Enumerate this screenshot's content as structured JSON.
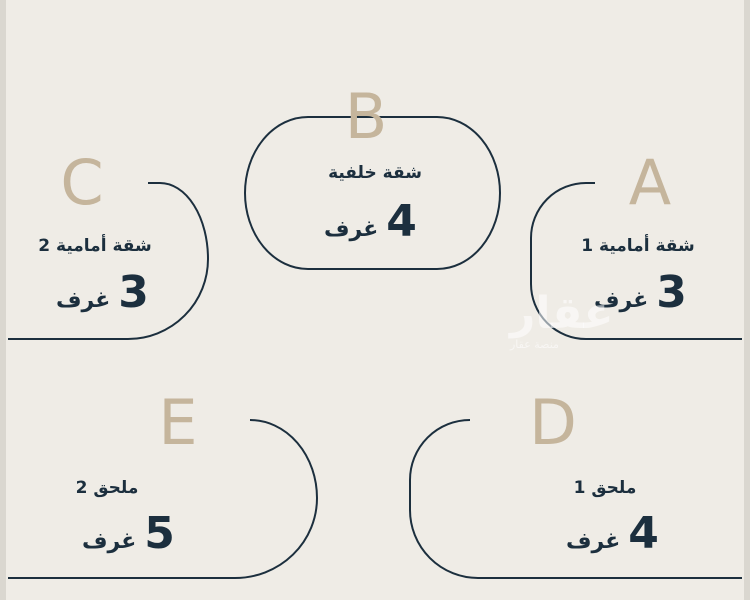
{
  "cards": [
    {
      "id": "A",
      "letter": "A",
      "title": "شقة أمامية 1",
      "rooms_number": "3",
      "rooms_unit": "غرف"
    },
    {
      "id": "B",
      "letter": "B",
      "title": "شقة خلفية",
      "rooms_number": "4",
      "rooms_unit": "غرف"
    },
    {
      "id": "C",
      "letter": "C",
      "title": "شقة أمامية 2",
      "rooms_number": "3",
      "rooms_unit": "غرف"
    },
    {
      "id": "D",
      "letter": "D",
      "title": "ملحق 1",
      "rooms_number": "4",
      "rooms_unit": "غرف"
    },
    {
      "id": "E",
      "letter": "E",
      "title": "ملحق 2",
      "rooms_number": "5",
      "rooms_unit": "غرف"
    }
  ],
  "watermark": {
    "main": "عقار",
    "sub": "منصة عقار"
  },
  "colors": {
    "background": "#efece6",
    "accent": "#c5b59c",
    "text": "#1c2f3e",
    "line": "#1c2f3e"
  }
}
